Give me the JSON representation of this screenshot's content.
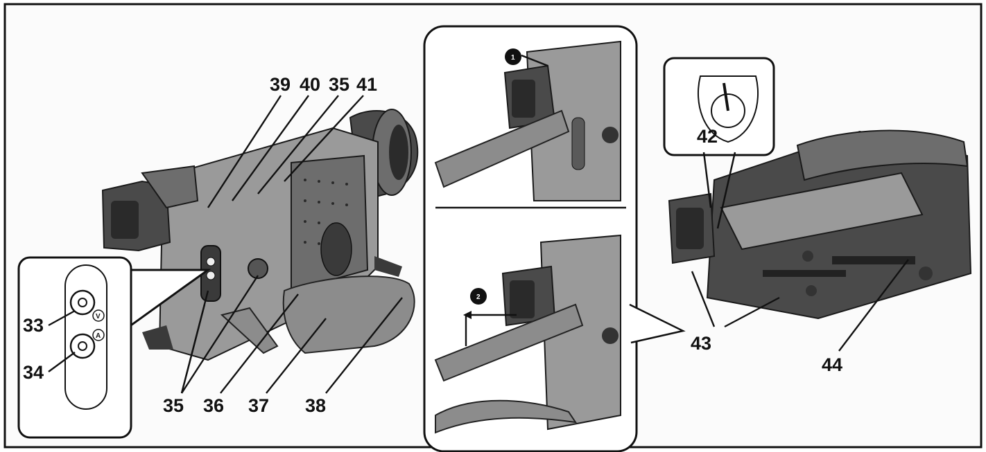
{
  "callouts": {
    "n33": "33",
    "n34": "34",
    "n35a": "35",
    "n35b": "35",
    "n36": "36",
    "n37": "37",
    "n38": "38",
    "n39": "39",
    "n40": "40",
    "n41": "41",
    "n42": "42",
    "n43": "43",
    "n44": "44"
  },
  "steps": {
    "step1": "1",
    "step2": "2"
  },
  "jack_marks": {
    "video": "V",
    "audio": "A"
  }
}
